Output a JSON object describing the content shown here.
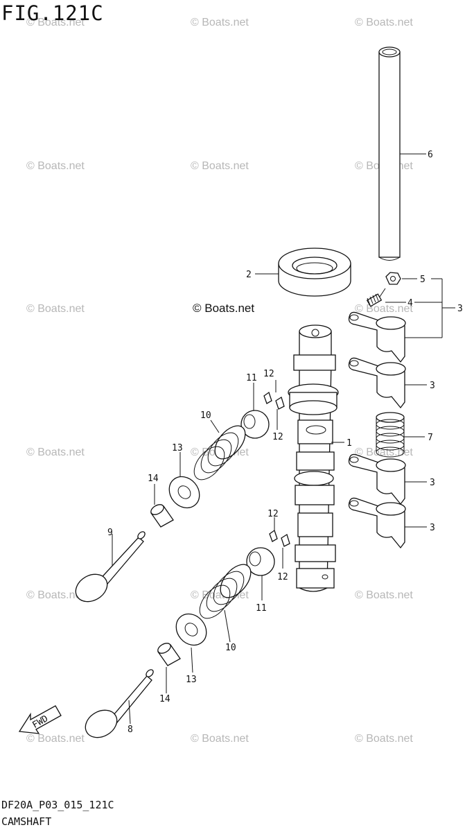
{
  "figure": {
    "title": "FIG.121C",
    "code": "DF20A_P03_015_121C",
    "caption": "CAMSHAFT",
    "brand": "© Boats.net",
    "watermark_text": "© Boats.net",
    "direction_label": "FWD"
  },
  "callouts": [
    "1",
    "2",
    "3",
    "4",
    "5",
    "6",
    "7",
    "8",
    "9",
    "10",
    "11",
    "12",
    "13",
    "14"
  ],
  "colors": {
    "ink": "#111111",
    "watermark": "#b7b7b7",
    "background": "#ffffff"
  }
}
